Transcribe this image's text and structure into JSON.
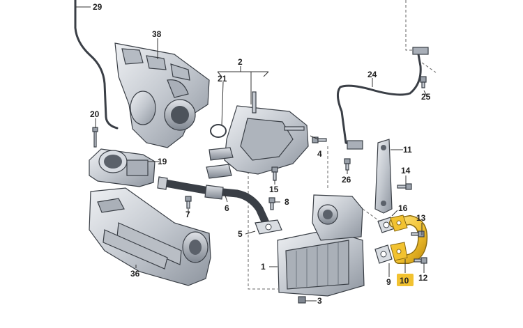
{
  "diagram": {
    "callouts": [
      {
        "id": "29",
        "text": "29"
      },
      {
        "id": "38",
        "text": "38"
      },
      {
        "id": "2",
        "text": "2"
      },
      {
        "id": "21",
        "text": "21"
      },
      {
        "id": "24",
        "text": "24"
      },
      {
        "id": "25",
        "text": "25"
      },
      {
        "id": "20",
        "text": "20"
      },
      {
        "id": "4",
        "text": "4"
      },
      {
        "id": "11",
        "text": "11"
      },
      {
        "id": "19",
        "text": "19"
      },
      {
        "id": "14",
        "text": "14"
      },
      {
        "id": "26",
        "text": "26"
      },
      {
        "id": "15",
        "text": "15"
      },
      {
        "id": "7",
        "text": "7"
      },
      {
        "id": "6",
        "text": "6"
      },
      {
        "id": "8",
        "text": "8"
      },
      {
        "id": "16",
        "text": "16"
      },
      {
        "id": "13",
        "text": "13"
      },
      {
        "id": "5",
        "text": "5"
      },
      {
        "id": "1",
        "text": "1"
      },
      {
        "id": "36",
        "text": "36"
      },
      {
        "id": "9",
        "text": "9"
      },
      {
        "id": "10",
        "text": "10"
      },
      {
        "id": "12",
        "text": "12"
      },
      {
        "id": "3",
        "text": "3"
      }
    ],
    "highlight_label": "10",
    "colors": {
      "highlight": "#f2c230",
      "highlight_stroke": "#8a6a10",
      "part_fill": "#c9ced6",
      "part_dark": "#8d949e",
      "part_light": "#e6e9ee",
      "line": "#333333"
    }
  }
}
